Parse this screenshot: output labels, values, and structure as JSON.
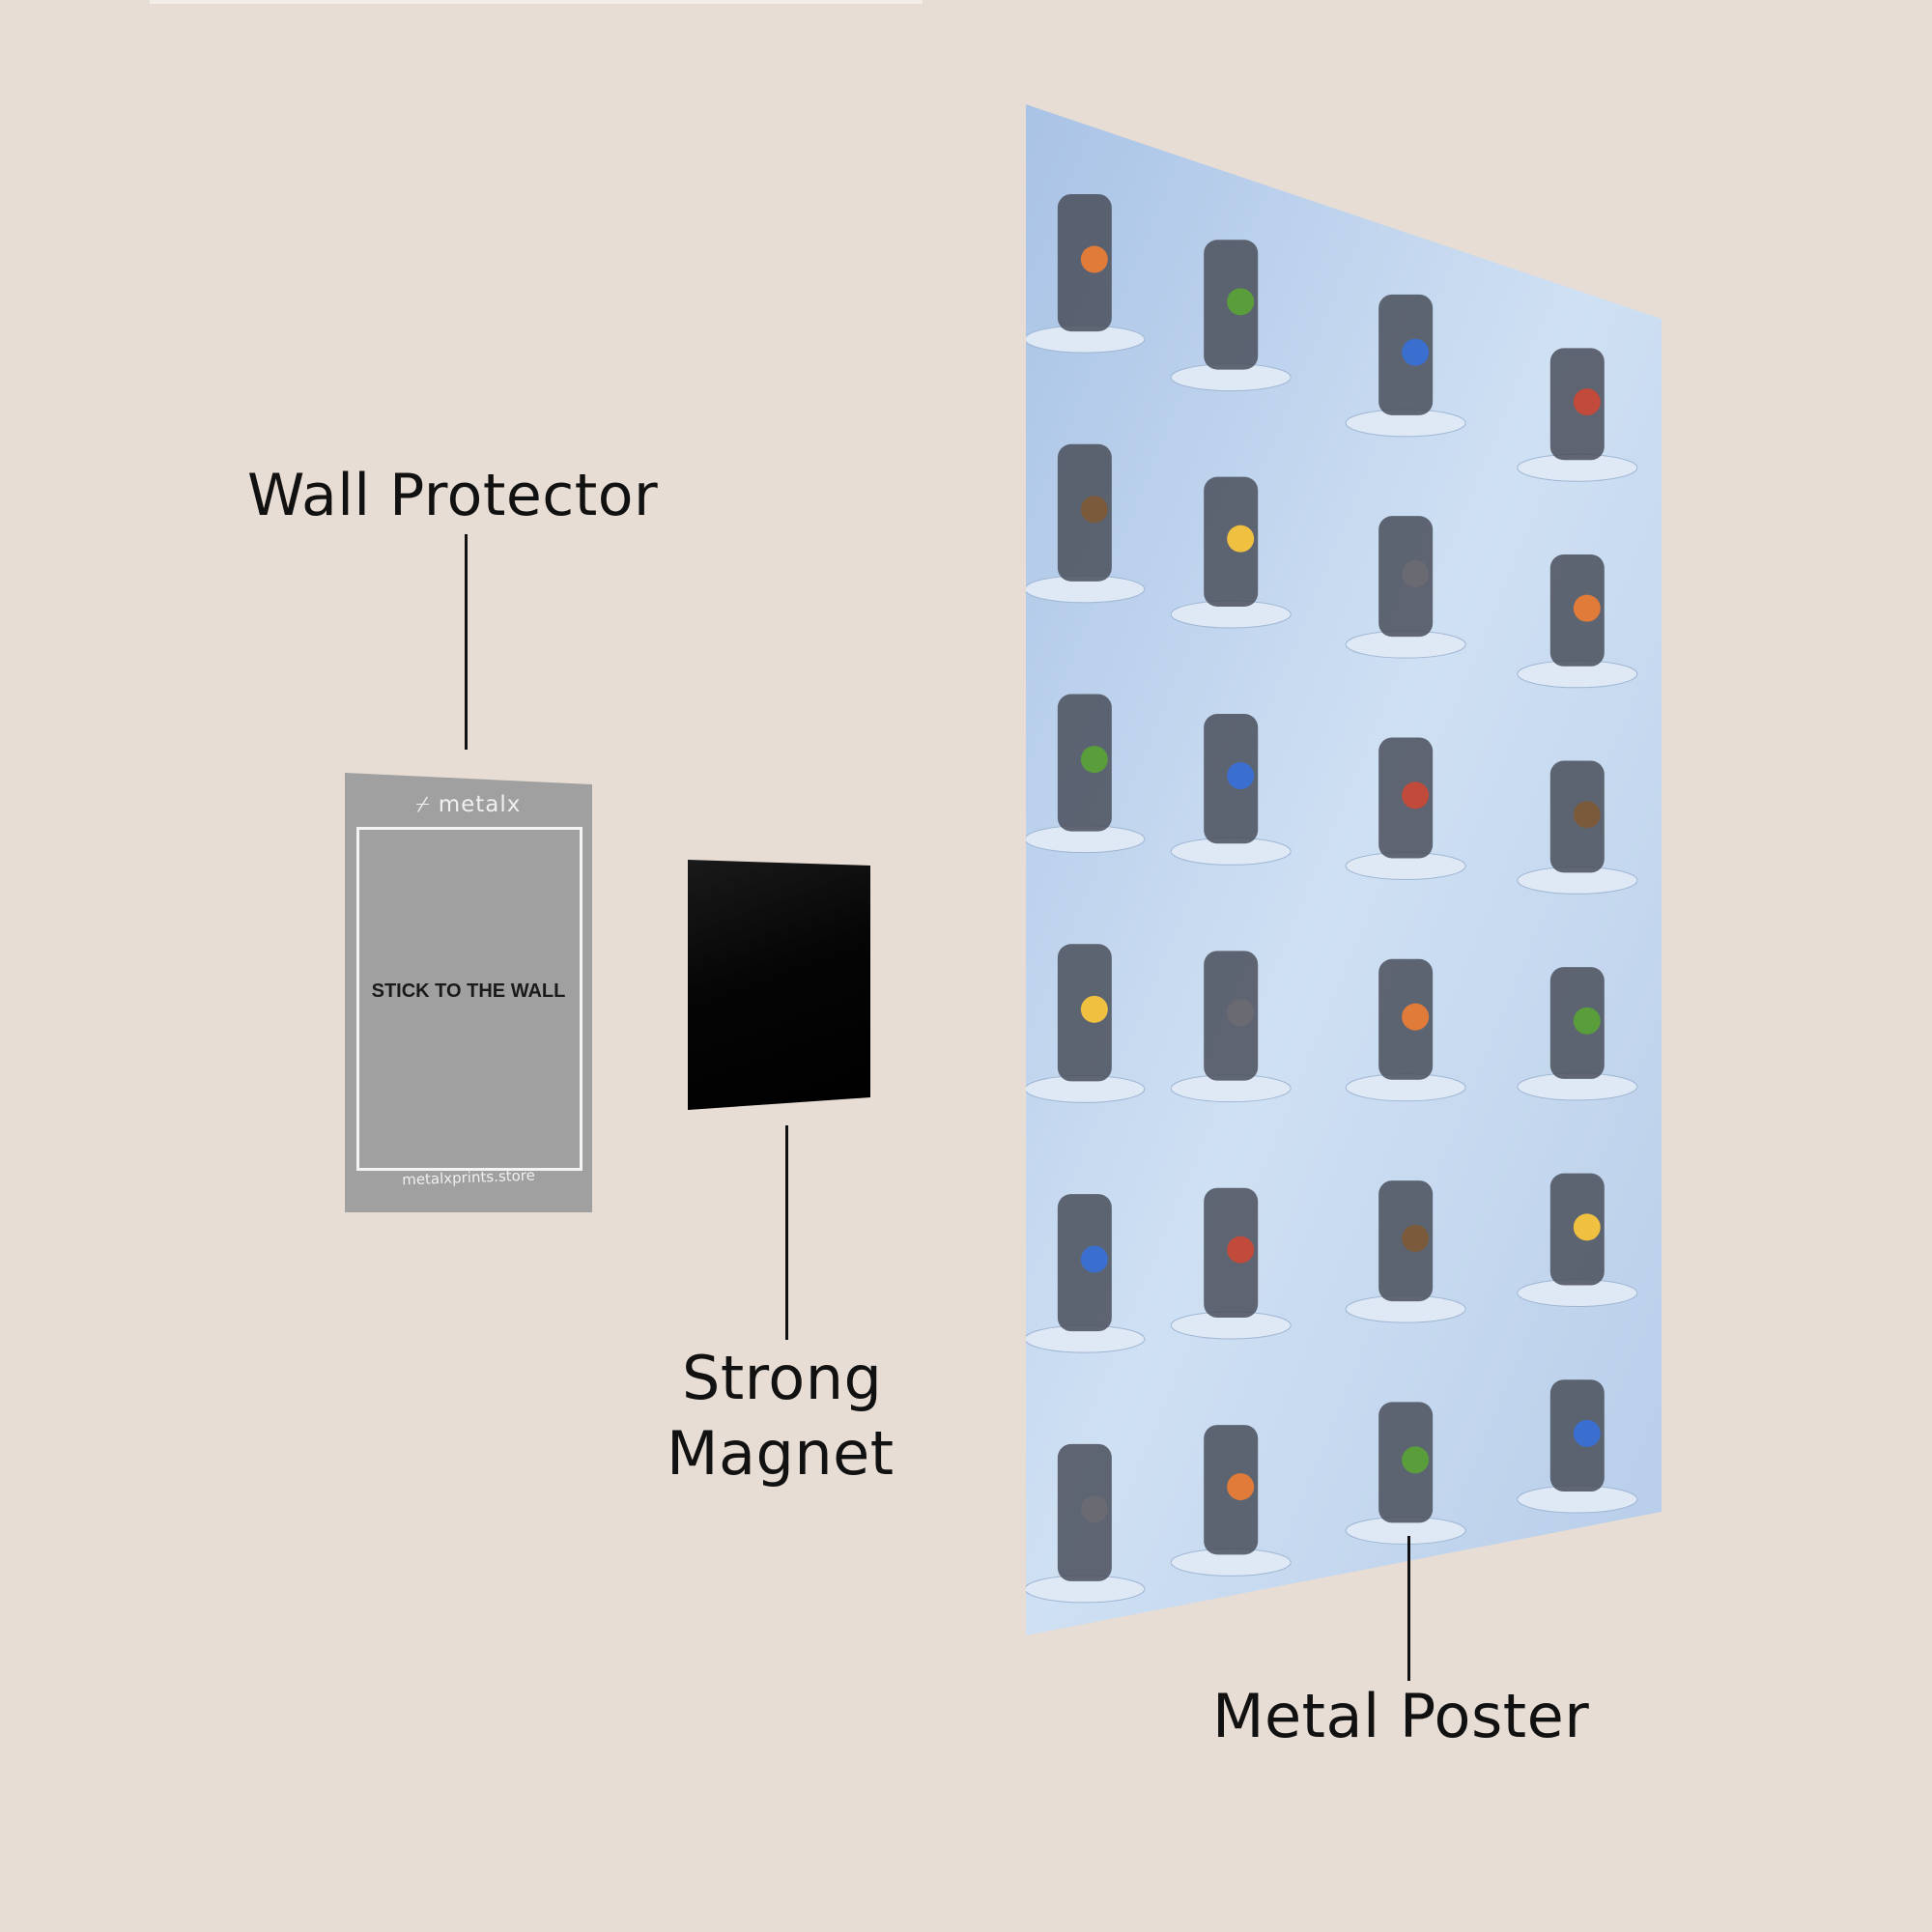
{
  "labels": {
    "wall_protector": "Wall Protector",
    "strong_magnet_line1": "Strong",
    "strong_magnet_line2": "Magnet",
    "metal_poster": "Metal Poster"
  },
  "protector": {
    "logo": "metalx",
    "instruction": "STICK TO THE WALL",
    "url": "metalxprints.store"
  },
  "colors": {
    "background": "#e8ddd4",
    "protector": "#a0a0a0",
    "magnet": "#000000",
    "poster_sky": "#c7daf0"
  },
  "poster": {
    "rows": 6,
    "columns": 4,
    "tile_icons": [
      "bench-icon",
      "letter-c-icon",
      "cage-icon",
      "chair-icon",
      "bonsai-icon",
      "balance-icon",
      "pipe-icon",
      "machine-icon",
      "stairs-icon",
      "wheel-icon",
      "loop-icon",
      "arch-icon",
      "cylinder-icon",
      "letter-u-icon",
      "tower-icon",
      "tree-icon",
      "ramp-icon",
      "letter-s-icon",
      "stack-icon",
      "garden-icon",
      "stone-icon",
      "swing-icon",
      "blocks-icon",
      "speaker-icon"
    ]
  }
}
